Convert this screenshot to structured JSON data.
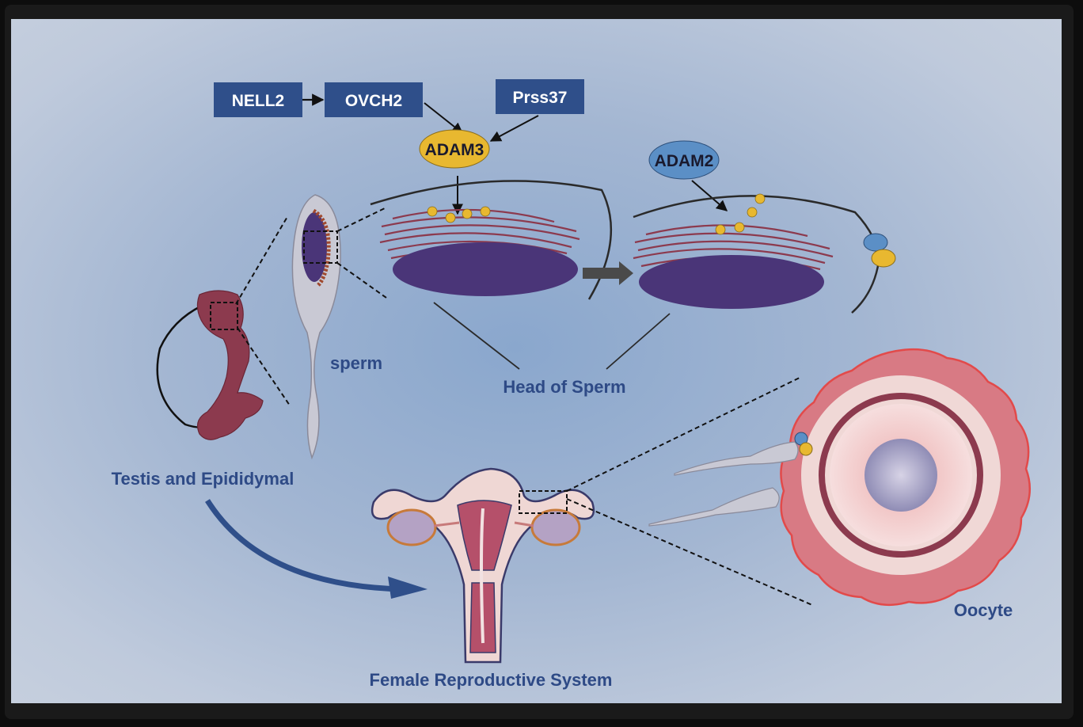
{
  "boxes": {
    "nell2": "NELL2",
    "ovch2": "OVCH2",
    "prss37": "Prss37"
  },
  "proteins": {
    "adam3": "ADAM3",
    "adam2": "ADAM2"
  },
  "labels": {
    "sperm": "sperm",
    "head_of_sperm": "Head of Sperm",
    "testis": "Testis and Epididymal",
    "female": "Female Reproductive System",
    "oocyte": "Oocyte"
  },
  "colors": {
    "box": "#2f4f8a",
    "adam3": "#e8b830",
    "adam2": "#5b8fc6",
    "nucleus": "#4a3578",
    "tissue": "#8c3a4e",
    "caption": "#2e4a86",
    "oocyte_rim": "#d8505a"
  }
}
